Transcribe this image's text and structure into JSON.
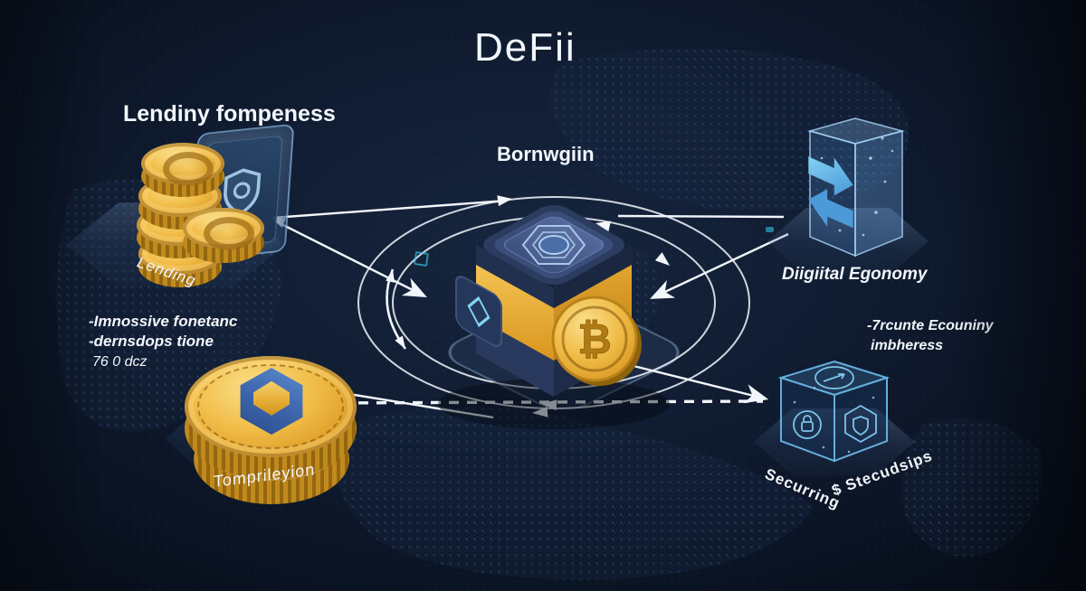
{
  "title": "DeFii",
  "sections": {
    "lending": {
      "heading": "Lendiny fompeness",
      "platform_label": "Lending"
    },
    "borrowing": {
      "label": "Bornwgiin"
    },
    "digital_economy": {
      "label": "Diigiital Egonomy",
      "notes": [
        "-7rcunte Ecouniny",
        "imbheress"
      ]
    },
    "left_notes": [
      "-Imnossive fonetanc",
      "-dernsdops tione",
      "76 0 dcz"
    ],
    "token": {
      "platform_label": "Tomprileyion"
    },
    "security": {
      "label_left": "Securring",
      "label_right": "$ Stecudsips"
    }
  },
  "vault": {
    "coin_symbol": "₿"
  },
  "icons": {
    "lending_card": "shield-icon",
    "vault_top": "hexagon-emblem-icon",
    "vault_badge": "diamond-badge-icon",
    "vault_coin": "bitcoin-coin-icon",
    "digital_cube": "exchange-arrows-icon",
    "security_top": "compass-arrow-icon",
    "security_left": "lock-circle-icon",
    "security_right": "shield-hexagon-icon"
  },
  "colors": {
    "background": "#0C1627",
    "map": "#1B2C48",
    "gold": "#EDB545",
    "gold_dark": "#B97F1C",
    "vault_navy": "#2E3F66",
    "cyan": "#5FC3EE",
    "line": "#F2F6FB",
    "text": "#F5F8FC"
  }
}
